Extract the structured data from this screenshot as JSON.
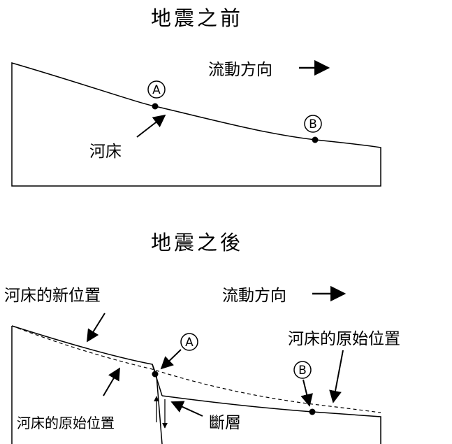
{
  "before": {
    "title": "地震之前",
    "flow_label": "流動方向",
    "riverbed_label": "河床",
    "point_a": "A",
    "point_b": "B"
  },
  "after": {
    "title": "地震之後",
    "flow_label": "流動方向",
    "new_position_label": "河床的新位置",
    "original_position_label_right": "河床的原始位置",
    "original_position_label_left": "河床的原始位置",
    "fault_label": "斷層",
    "point_a": "A",
    "point_b": "B"
  }
}
